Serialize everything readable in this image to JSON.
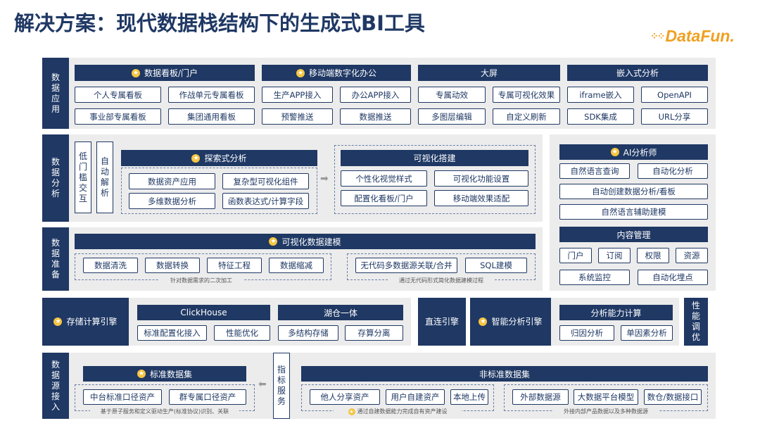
{
  "title": "解决方案：现代数据栈结构下的生成式BI工具",
  "logo": "DataFun.",
  "rows": {
    "app": {
      "label": "数据应用",
      "groups": [
        {
          "header": "数据看板/门户",
          "items": [
            "个人专属看板",
            "作战单元专属看板",
            "事业部专属看板",
            "集团通用看板"
          ]
        },
        {
          "header": "移动端数字化办公",
          "items": [
            "生产APP接入",
            "办公APP接入",
            "预警推送",
            "数据推送"
          ]
        },
        {
          "header": "大屏",
          "items": [
            "专属动效",
            "专属可视化效果",
            "多图层编辑",
            "自定义刷新"
          ]
        },
        {
          "header": "嵌入式分析",
          "items": [
            "iframe嵌入",
            "OpenAPI",
            "SDK集成",
            "URL分享"
          ]
        }
      ]
    },
    "analysis": {
      "label": "数据分析",
      "v1": "低门槛交互",
      "v2": "自动解析",
      "explore": {
        "header": "探索式分析",
        "items": [
          "数据资产应用",
          "复杂型可视化组件",
          "多维数据分析",
          "函数表达式/计算字段"
        ]
      },
      "viz": {
        "header": "可视化搭建",
        "items": [
          "个性化视觉样式",
          "可视化功能设置",
          "配置化看板/门户",
          "移动端效果适配"
        ]
      },
      "ai": {
        "header": "AI分析师",
        "items": [
          "自然语言查询",
          "自动化分析",
          "自动创建数据分析/看板",
          "自然语言辅助建模"
        ]
      }
    },
    "prep": {
      "label": "数据准备",
      "header": "可视化数据建模",
      "left_items": [
        "数据清洗",
        "数据转换",
        "特征工程",
        "数据缩减"
      ],
      "left_caption": "针对数据需求的二次加工",
      "right_items": [
        "无代码多数据源关联/合并",
        "SQL建模"
      ],
      "right_caption": "通过无代码形式简化数据建模过程",
      "content": {
        "header": "内容管理",
        "items": [
          "门户",
          "订阅",
          "权限",
          "资源",
          "系统监控",
          "自动化埋点"
        ]
      }
    },
    "engine": {
      "storage": "存储计算引擎",
      "clickhouse": {
        "header": "ClickHouse",
        "items": [
          "标准配置化接入",
          "性能优化"
        ]
      },
      "lakehouse": {
        "header": "湖仓一体",
        "items": [
          "多结构存储",
          "存算分离"
        ]
      },
      "direct": "直连引擎",
      "smart": "智能分析引擎",
      "capability": {
        "header": "分析能力计算",
        "items": [
          "归因分析",
          "单因素分析"
        ]
      },
      "perf": "性能调优"
    },
    "source": {
      "label": "数据源接入",
      "standard": {
        "header": "标准数据集",
        "items": [
          "中台标准口径资产",
          "群专属口径资产"
        ]
      },
      "standard_caption": "基于原子服务和定义驱动生产(标准协议)识别、关联",
      "metric": "指标服务",
      "nonstandard": {
        "header": "非标准数据集",
        "left_items": [
          "他人分享资产",
          "用户自建资产",
          "本地上传"
        ],
        "right_items": [
          "外部数据源",
          "大数据平台模型",
          "数仓/数据接口"
        ]
      },
      "left_caption": "通过自建数据能力完成自有资产建设",
      "right_caption": "外接内部产品数据以及多种数据源"
    }
  },
  "colors": {
    "navy": "#1f3864",
    "panel": "#ececec",
    "star": "#f5c542",
    "logo": "#f0a020"
  }
}
